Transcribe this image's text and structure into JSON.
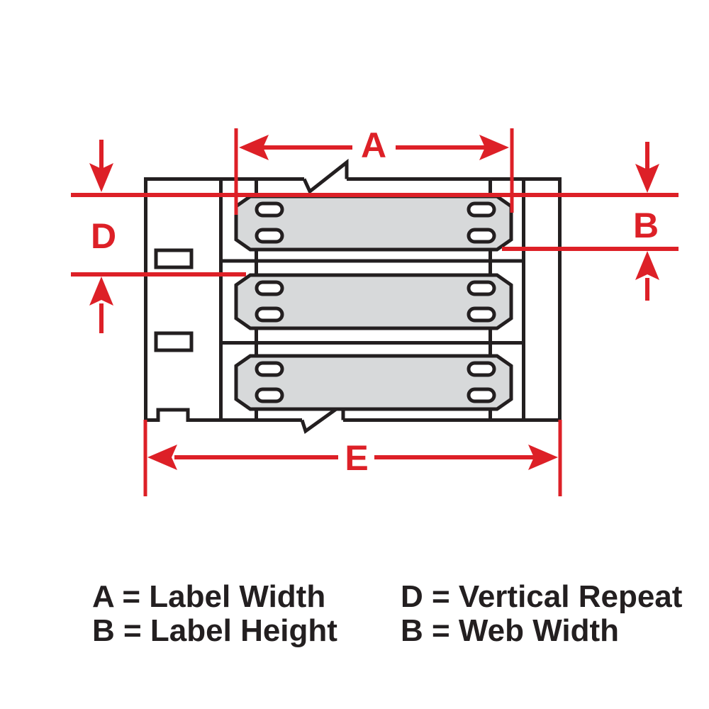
{
  "colors": {
    "accent-red": "#dd2027",
    "ink-black": "#231f20",
    "label-gray": "#d7d9da",
    "bg": "#ffffff"
  },
  "dimensions": {
    "a": "A",
    "b": "B",
    "d": "D",
    "e": "E"
  },
  "legend": {
    "left_column": [
      "A = Label Width",
      "B = Label Height"
    ],
    "right_column": [
      "D = Vertical Repeat",
      "B = Web Width"
    ]
  }
}
